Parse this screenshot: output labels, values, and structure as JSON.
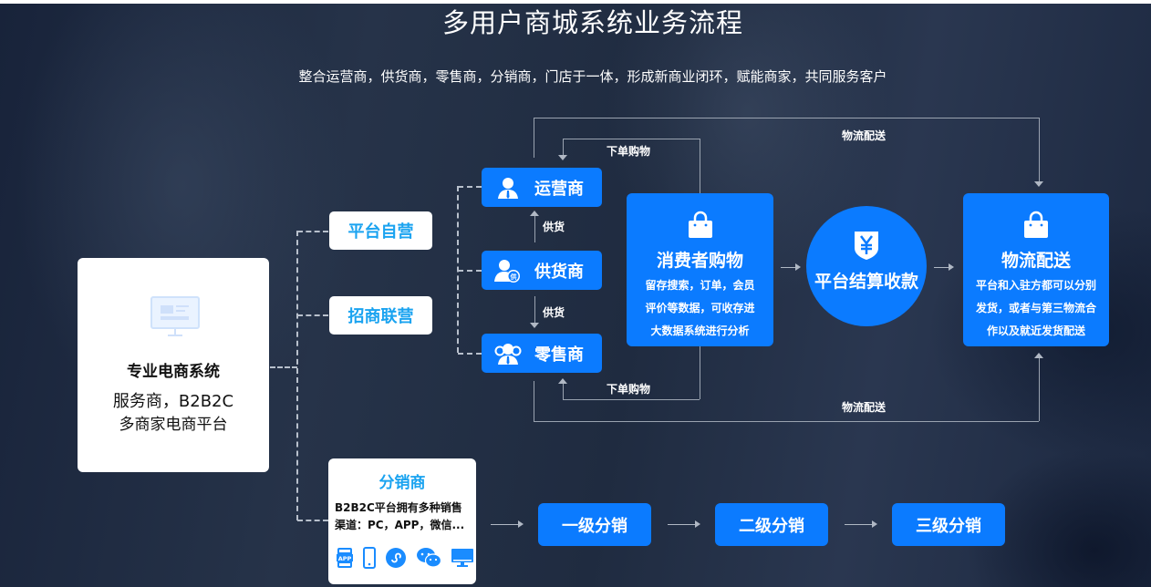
{
  "header": {
    "title": "多用户商城系统业务流程",
    "subtitle": "整合运营商，供货商，零售商，分销商，门店于一体，形成新商业闭环，赋能商家，共同服务客户"
  },
  "main_card": {
    "icon": "monitor-icon",
    "line1": "专业电商系统",
    "line2": "服务商，B2B2C",
    "line3": "多商家电商平台"
  },
  "modes": [
    {
      "label": "平台自营"
    },
    {
      "label": "招商联营"
    }
  ],
  "roles": [
    {
      "label": "运营商",
      "icon": "user-icon"
    },
    {
      "label": "供货商",
      "icon": "supplier-user-icon",
      "badge": "供"
    },
    {
      "label": "零售商",
      "icon": "users-group-icon"
    }
  ],
  "role_arrows": [
    {
      "label": "供货",
      "direction": "up"
    },
    {
      "label": "供货",
      "direction": "down"
    }
  ],
  "flow_labels": {
    "order_top": "下单购物",
    "order_bottom": "下单购物",
    "logistics_top": "物流配送",
    "logistics_bottom": "物流配送"
  },
  "consumer": {
    "icon": "shopping-bag-icon",
    "title": "消费者购物",
    "desc": [
      "留存搜索，订单，会员",
      "评价等数据，可收存进",
      "大数据系统进行分析"
    ]
  },
  "settlement": {
    "icon": "yen-shield-icon",
    "title": "平台结算收款"
  },
  "logistics": {
    "icon": "shopping-bag-icon",
    "title": "物流配送",
    "desc": [
      "平台和入驻方都可以分别",
      "发货，或者与第三物流合",
      "作以及就近发货配送"
    ]
  },
  "distributor": {
    "title": "分销商",
    "desc": [
      "B2B2C平台拥有多种销售",
      "渠道：PC，APP，微信..."
    ],
    "channel_icons": [
      "app-icon",
      "mobile-icon",
      "mini-program-icon",
      "wechat-icon",
      "pc-monitor-icon"
    ]
  },
  "levels": [
    {
      "label": "一级分销"
    },
    {
      "label": "二级分销"
    },
    {
      "label": "三级分销"
    }
  ],
  "colors": {
    "primary_blue": "#0b7bff",
    "accent_text_blue": "#1aa3f0",
    "background_dark": "#1f2b40"
  }
}
